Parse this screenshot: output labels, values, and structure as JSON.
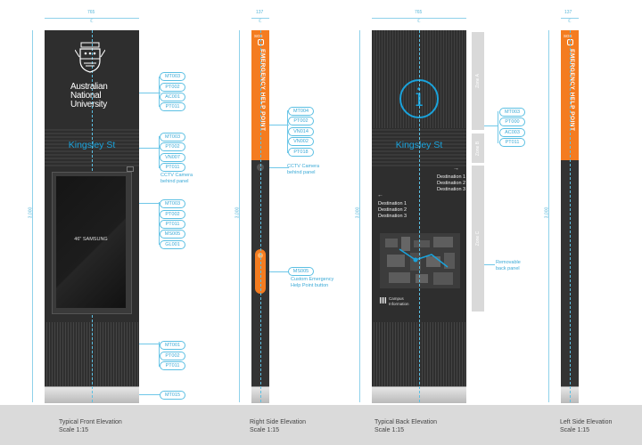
{
  "dims": {
    "front_width": "765",
    "side_width": "137",
    "height": "3,000",
    "cl": "ℂ"
  },
  "front": {
    "logo_line1": "Australian",
    "logo_line2": "National",
    "logo_line3": "University",
    "street": "Kingsley St",
    "screen": "46\" SAMSUNG",
    "caption_title": "Typical Front Elevation",
    "caption_scale": "Scale 1:15",
    "tags_a": [
      "MT003",
      "PT002",
      "AC001",
      "PT011"
    ],
    "tags_b": [
      "MT003",
      "PT002",
      "VN007",
      "PT011"
    ],
    "note_b": "CCTV Camera behind panel",
    "tags_c": [
      "MT003",
      "PT002",
      "PT011",
      "MS005",
      "GL001"
    ],
    "tags_d": [
      "MT001",
      "PT002",
      "PT011"
    ],
    "tags_e": [
      "MT015"
    ]
  },
  "right": {
    "sos": "SOS",
    "vertical": "EMERGENCY HELP POINT",
    "tags": [
      "MT004",
      "PT002",
      "VN014",
      "VN002",
      "PT018"
    ],
    "note_cctv": "CCTV Camera behind panel",
    "tag_button": "MS005",
    "note_button": "Custom Emergency Help Point button",
    "caption_title": "Right Side Elevation",
    "caption_scale": "Scale 1:15"
  },
  "back": {
    "info": "i",
    "street": "Kingsley St",
    "dest_right": [
      "Destination 1",
      "Destination 2",
      "Destination 3"
    ],
    "dest_left": [
      "Destination 1",
      "Destination 2",
      "Destination 3"
    ],
    "campus": "Campus Information",
    "zones": [
      "Zone A",
      "Zone B",
      "Zone C"
    ],
    "tags": [
      "MT003",
      "PT000",
      "AC003",
      "PT011"
    ],
    "note_panel": "Removable back panel",
    "caption_title": "Typical Back Elevation",
    "caption_scale": "Scale 1:15"
  },
  "left": {
    "sos": "SOS",
    "vertical": "EMERGENCY HELP POINT",
    "caption_title": "Left Side Elevation",
    "caption_scale": "Scale 1:15"
  },
  "colors": {
    "panel": "#2e2e2e",
    "accent_blue": "#1aa3dc",
    "orange": "#f47c20",
    "annotation": "#3aa9d6"
  }
}
